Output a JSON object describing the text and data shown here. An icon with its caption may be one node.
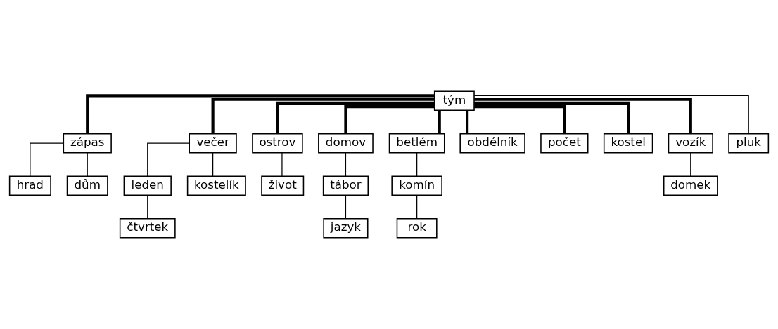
{
  "diagram": {
    "nodes": [
      {
        "text": [
          "tým"
        ]
      },
      {
        "text": [
          "zápas"
        ]
      },
      {
        "text": [
          "večer"
        ]
      },
      {
        "text": [
          "ostrov"
        ]
      },
      {
        "text": [
          "domov"
        ]
      },
      {
        "text": [
          "betlém"
        ]
      },
      {
        "text": [
          "obdélník"
        ]
      },
      {
        "text": [
          "hrad"
        ]
      },
      {
        "text": [
          "život"
        ]
      },
      {
        "text": [
          "tábor"
        ]
      },
      {
        "text": [
          "komín"
        ]
      },
      {
        "text": [
          "dům"
        ]
      },
      {
        "text": [
          "leden"
        ]
      },
      {
        "text": [
          "počet"
        ]
      },
      {
        "text": [
          "kostel"
        ]
      },
      {
        "text": [
          "vozík"
        ]
      },
      {
        "text": [
          "kostelík"
        ]
      },
      {
        "text": [
          "čtvrtek"
        ]
      },
      {
        "text": [
          "jazyk"
        ]
      },
      {
        "text": [
          "pluk"
        ]
      },
      {
        "text": [
          "rok"
        ]
      },
      {
        "text": [
          "domek"
        ]
      }
    ],
    "edges": [
      {
        "from": 0,
        "to": 1,
        "arrow": "none",
        "style": "thick"
      },
      {
        "from": 0,
        "to": 2,
        "arrow": "none",
        "style": "thick"
      },
      {
        "from": 0,
        "to": 3,
        "arrow": "none",
        "style": "thick"
      },
      {
        "from": 0,
        "to": 4,
        "arrow": "none",
        "style": "thick"
      },
      {
        "from": 0,
        "to": 5,
        "arrow": "none",
        "style": "thick"
      },
      {
        "from": 0,
        "to": 6,
        "arrow": "none",
        "style": "thick"
      },
      {
        "from": 1,
        "to": 7,
        "arrow": "none"
      },
      {
        "from": 1,
        "to": 11,
        "arrow": "none"
      },
      {
        "from": 2,
        "to": 12,
        "arrow": "none"
      },
      {
        "from": 2,
        "to": 16,
        "arrow": "none"
      },
      {
        "from": 12,
        "to": 17,
        "arrow": "none"
      },
      {
        "from": 3,
        "to": 8,
        "arrow": "none"
      },
      {
        "from": 4,
        "to": 9,
        "arrow": "none"
      },
      {
        "from": 9,
        "to": 18,
        "arrow": "none"
      },
      {
        "from": 5,
        "to": 10,
        "arrow": "none"
      },
      {
        "from": 10,
        "to": 20,
        "arrow": "none"
      },
      {
        "from": 0,
        "to": 13,
        "arrow": "none",
        "style": "thick"
      },
      {
        "from": 0,
        "to": 14,
        "arrow": "none",
        "style": "thick"
      },
      {
        "from": 0,
        "to": 15,
        "arrow": "none",
        "style": "thick"
      },
      {
        "from": 15,
        "to": 21,
        "arrow": "none"
      },
      {
        "from": 0,
        "to": 19,
        "arrow": "none"
      }
    ]
  }
}
